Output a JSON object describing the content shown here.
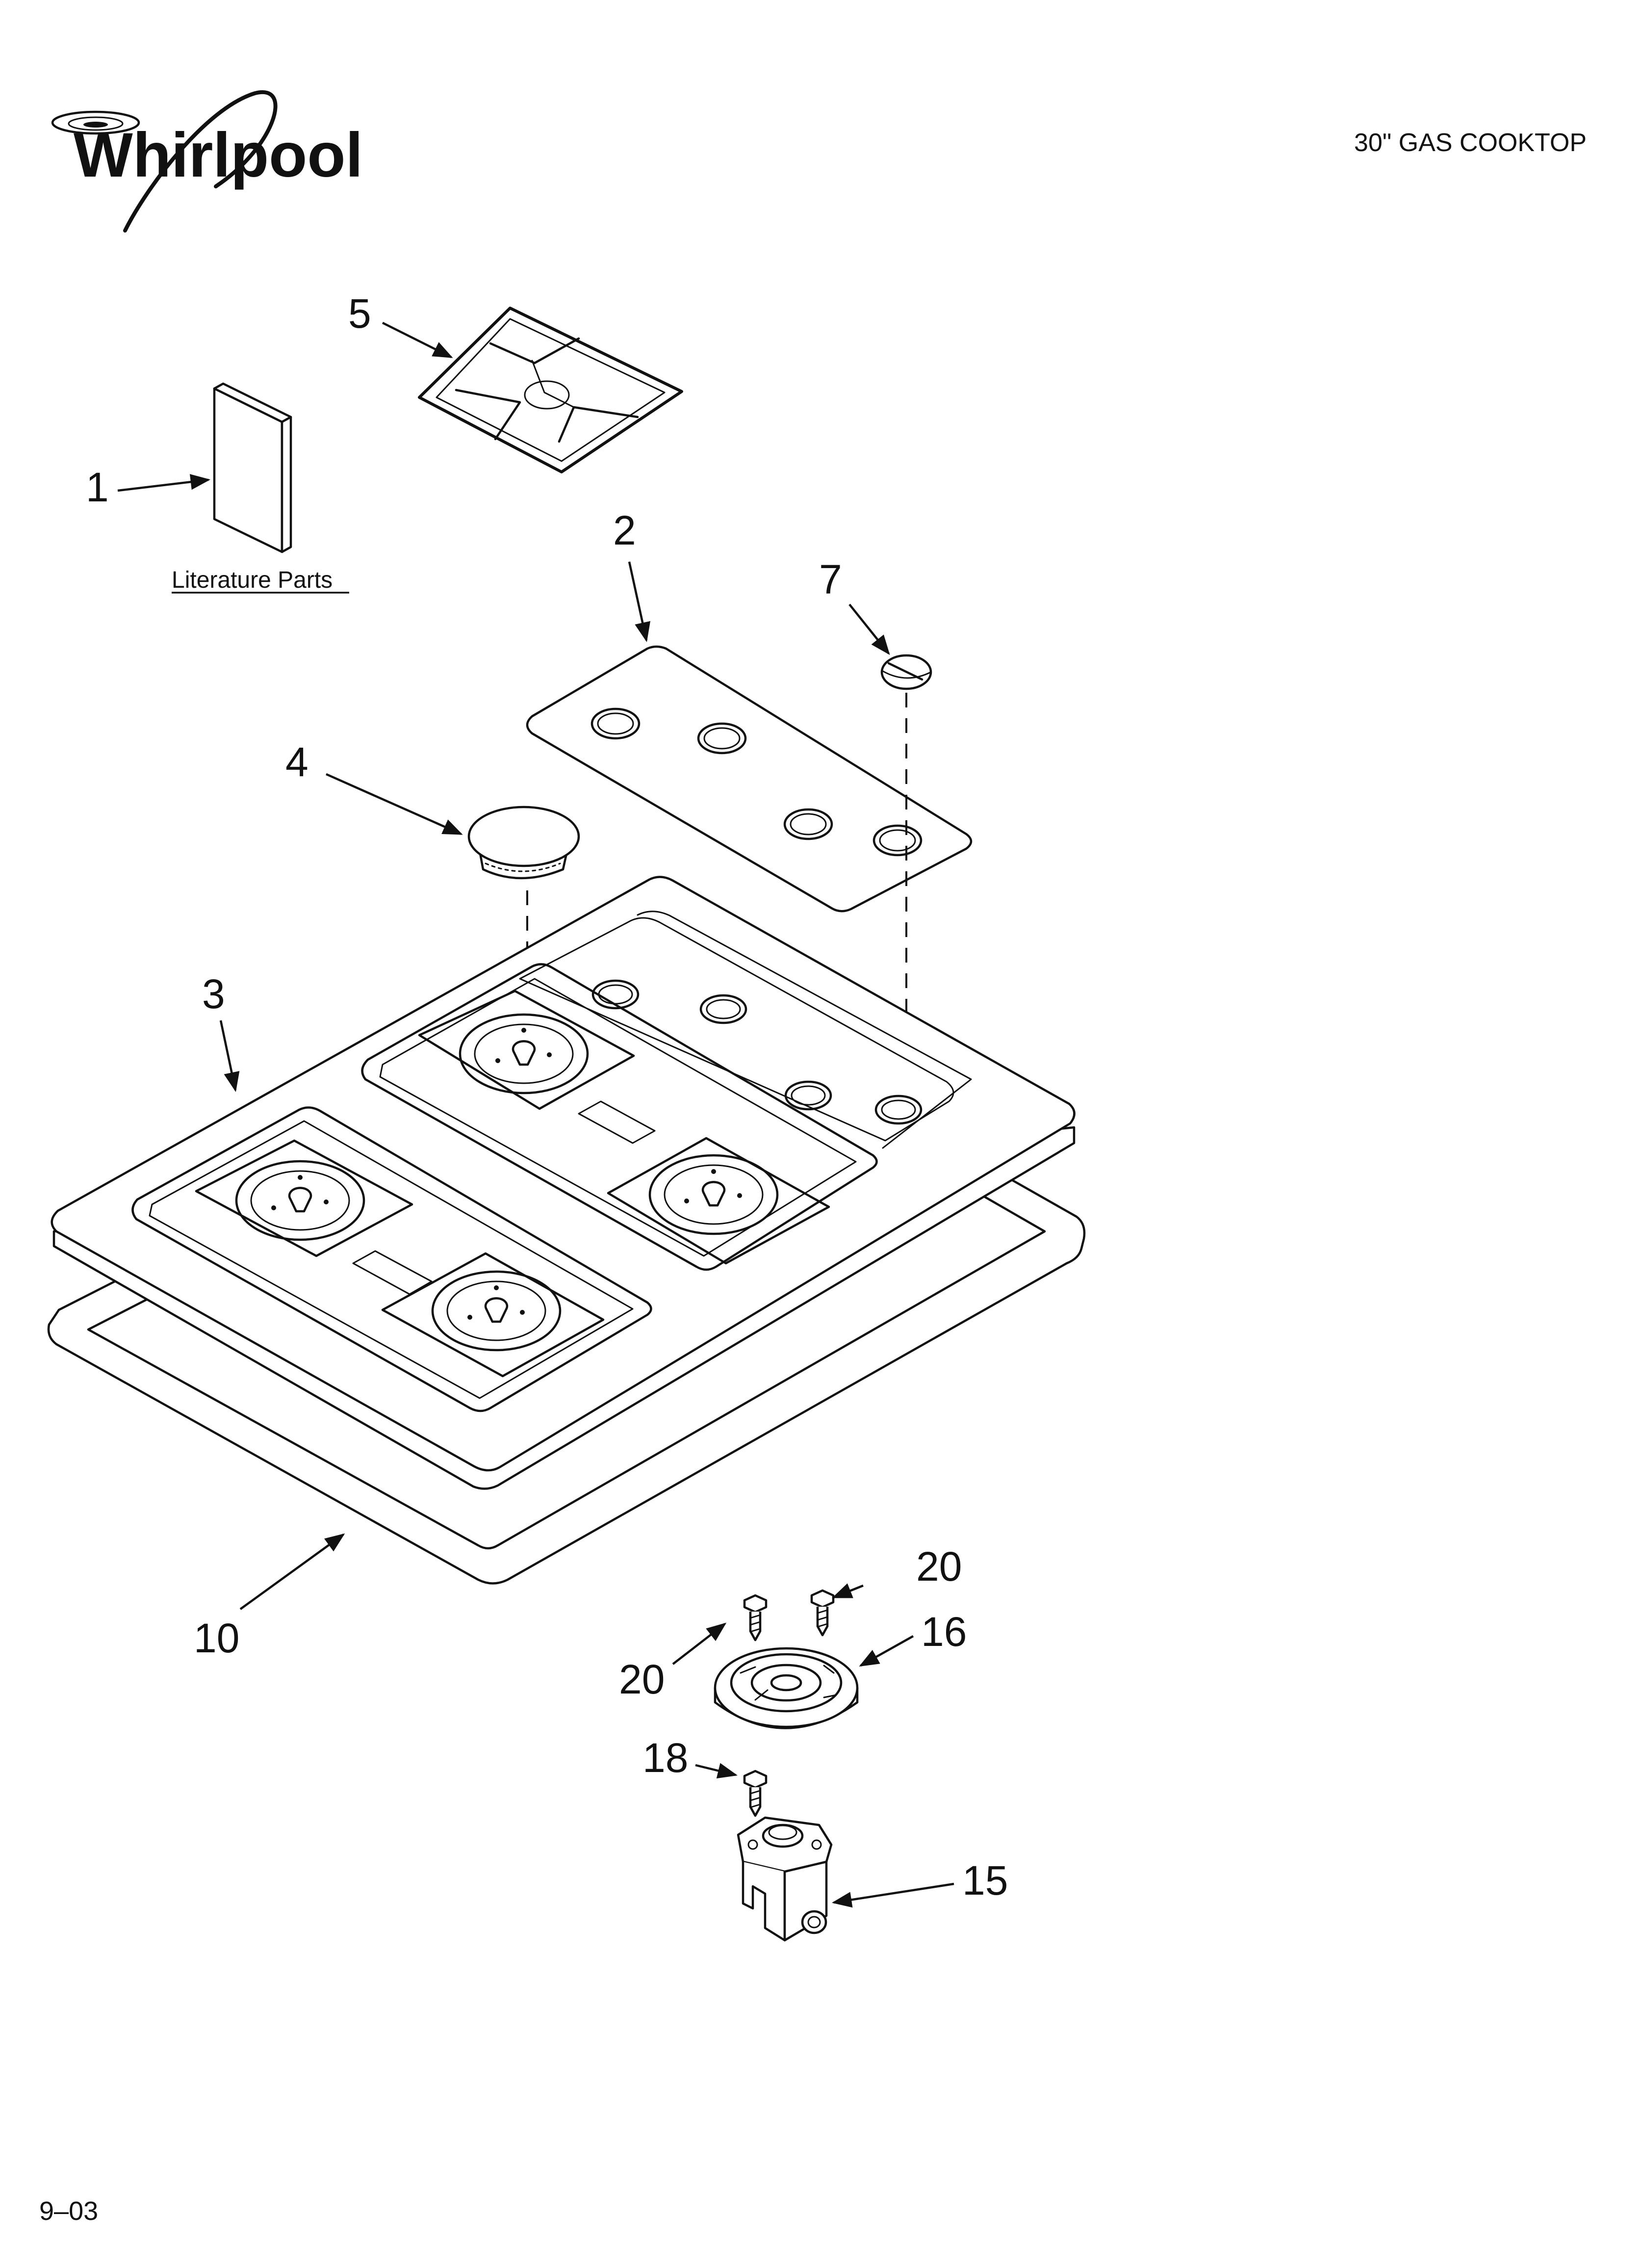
{
  "brand": {
    "name": "Whirlpool"
  },
  "header": {
    "title": "30\" GAS COOKTOP"
  },
  "footer": {
    "code": "9–03"
  },
  "literature": {
    "caption": "Literature Parts"
  },
  "callouts": {
    "c1": "1",
    "c2": "2",
    "c3": "3",
    "c4": "4",
    "c5": "5",
    "c7": "7",
    "c10": "10",
    "c15": "15",
    "c16": "16",
    "c18": "18",
    "c20a": "20",
    "c20b": "20"
  },
  "icons": {
    "logo": "whirlpool-logo-icon",
    "grate": "burner-grate-icon",
    "knob": "control-knob-icon",
    "cap": "burner-cap-icon",
    "cooktop": "cooktop-top-icon",
    "gasket": "cooktop-gasket-icon",
    "screw": "screw-icon",
    "burner_base": "burner-base-icon",
    "orifice": "orifice-holder-icon"
  }
}
